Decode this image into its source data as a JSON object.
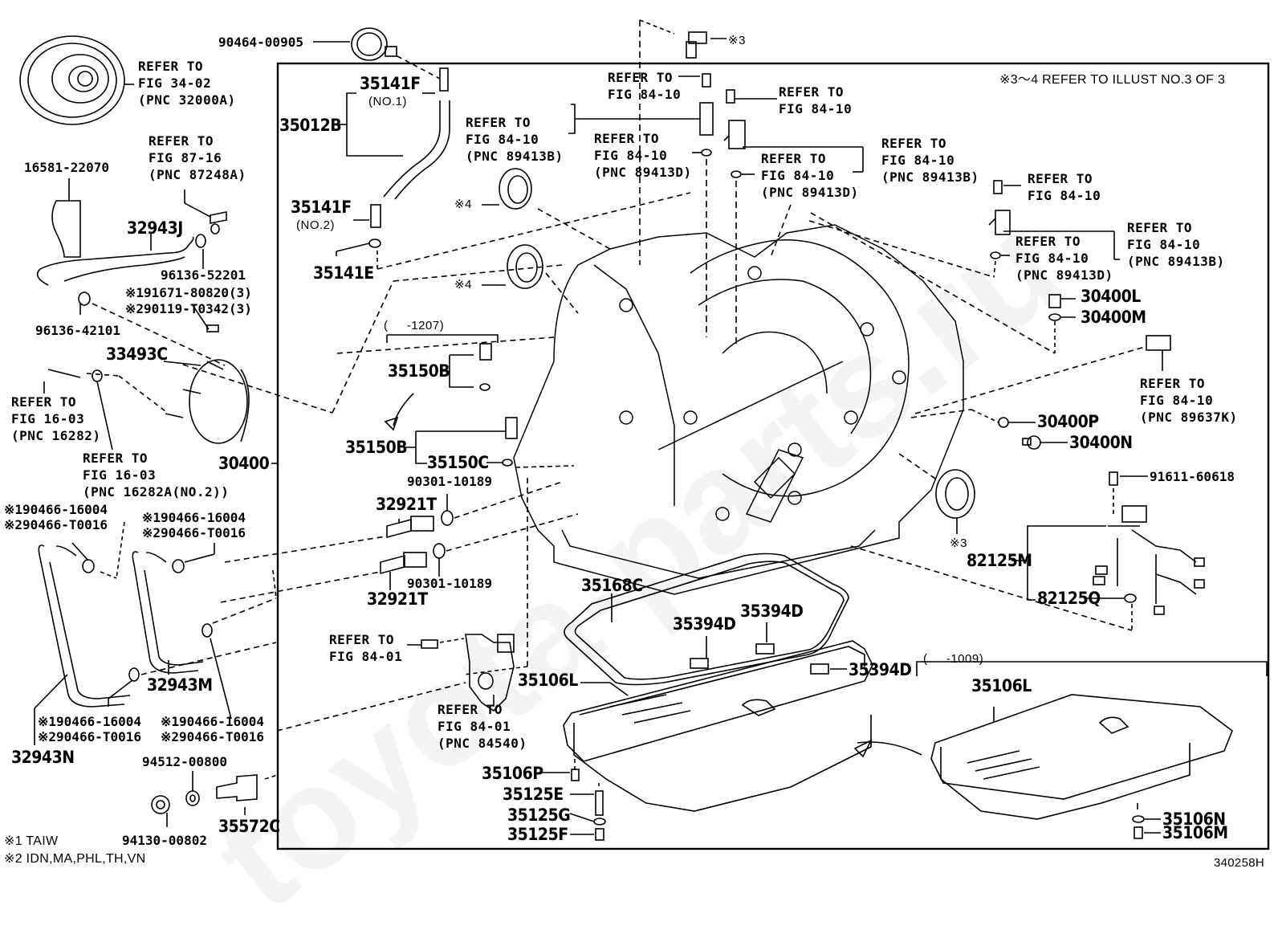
{
  "diagram": {
    "title_note": "※3～4 REFER TO ILLUST NO.3 OF 3",
    "illustration_id": "340258H",
    "watermark": "toyota-parts.ru",
    "footnotes": [
      "※1 TAIW",
      "※2 IDN,MA,PHL,TH,VN"
    ],
    "date_ranges": {
      "r1207": "(     -1207)",
      "r1009": "(     -1009)"
    },
    "parts": {
      "p90464": "90464-00905",
      "torque_conv": "REFER TO\nFIG 34-02\n(PNC 32000A)",
      "p16581": "16581-22070",
      "ref87": "REFER TO\nFIG 87-16\n(PNC 87248A)",
      "p32943J": "32943J",
      "p96136_52201": "96136-52201",
      "p191671": "※191671-80820(3)",
      "p290119": "※290119-T0342(3)",
      "p96136_42101": "96136-42101",
      "p33493C": "33493C",
      "ref1603a": "REFER TO\nFIG 16-03\n(PNC 16282)",
      "ref1603b": "REFER TO\nFIG 16-03\n(PNC 16282A(NO.2))",
      "p30400": "30400",
      "clampA": "※190466-16004\n※290466-T0016",
      "clampB": "※190466-16004\n※290466-T0016",
      "clampC": "※190466-16004\n※290466-T0016",
      "clampD": "※190466-16004\n※290466-T0016",
      "p32943M": "32943M",
      "p32943N": "32943N",
      "p94512": "94512-00800",
      "p94130": "94130-00802",
      "p35572C": "35572C",
      "p35141F_1": "35141F",
      "no1": "(NO.1)",
      "p35012B": "35012B",
      "p35141F_2": "35141F",
      "no2": "(NO.2)",
      "p35141E": "35141E",
      "ref8410_b1": "REFER TO\nFIG 84-10\n(PNC 89413B)",
      "seal4a": "※4",
      "seal4b": "※4",
      "p35150B_a": "35150B",
      "p35150B_b": "35150B",
      "p35150C": "35150C",
      "p90301_a": "90301-10189",
      "p32921T_a": "32921T",
      "p32921T_b": "32921T",
      "p90301_b": "90301-10189",
      "ref8401": "REFER TO\nFIG 84-01",
      "ref8401pnc": "REFER TO\nFIG 84-01\n(PNC 84540)",
      "bolt3": "※3",
      "ref8410_t1": "REFER TO\nFIG 84-10",
      "ref8410_t2": "REFER TO\nFIG 84-10",
      "ref8410_d1": "REFER TO\nFIG 84-10\n(PNC 89413D)",
      "ref8410_d2": "REFER TO\nFIG 84-10\n(PNC 89413D)",
      "ref8410_b2": "REFER TO\nFIG 84-10\n(PNC 89413B)",
      "ref8410_r1": "REFER TO\nFIG 84-10",
      "ref8410_b3": "REFER TO\nFIG 84-10\n(PNC 89413B)",
      "ref8410_d3": "REFER TO\nFIG 84-10\n(PNC 89413D)",
      "p30400L": "30400L",
      "p30400M": "30400M",
      "ref8410_k": "REFER TO\nFIG 84-10\n(PNC 89637K)",
      "p30400P": "30400P",
      "p30400N": "30400N",
      "seal3": "※3",
      "p91611": "91611-60618",
      "p82125M": "82125M",
      "p82125Q": "82125Q",
      "p35168C": "35168C",
      "p35394D_a": "35394D",
      "p35394D_b": "35394D",
      "p35394D_c": "35394D",
      "p35106L_a": "35106L",
      "p35106L_b": "35106L",
      "p35106P": "35106P",
      "p35125E": "35125E",
      "p35125G": "35125G",
      "p35125F": "35125F",
      "p35106N": "35106N",
      "p35106M": "35106M"
    }
  }
}
